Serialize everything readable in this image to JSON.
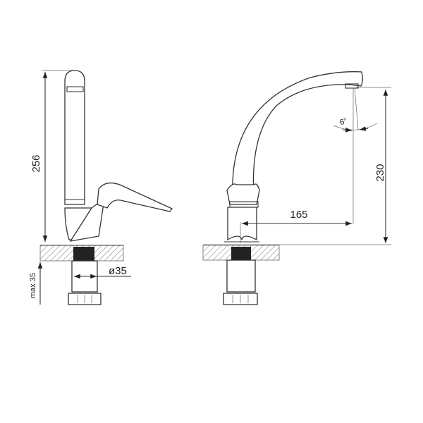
{
  "drawing": {
    "side_view": {
      "height_label": "256",
      "diameter_label": "ø35",
      "max_thickness_label": "max 35"
    },
    "front_view": {
      "height_label": "230",
      "reach_label": "165",
      "swivel_angle_label": "6°"
    },
    "colors": {
      "line": "#333333",
      "fill_block": "#222222",
      "background": "#ffffff"
    }
  }
}
